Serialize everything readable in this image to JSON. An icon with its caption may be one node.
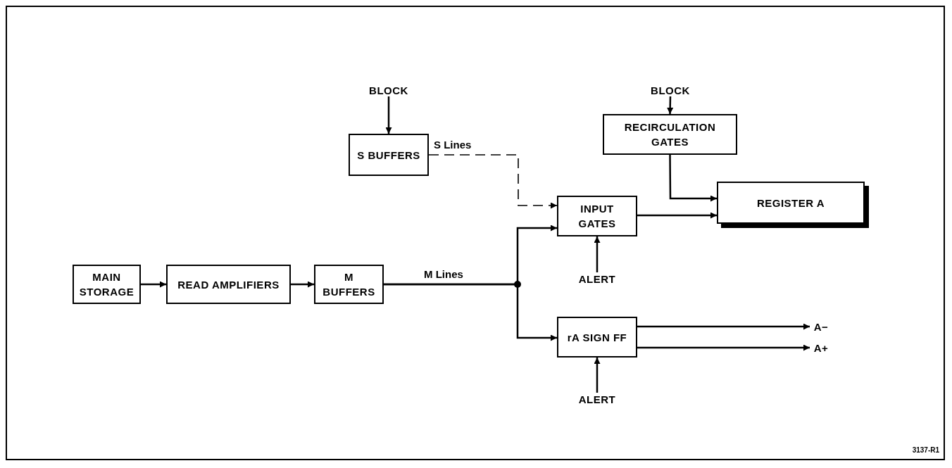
{
  "diagram": {
    "nodes": [
      {
        "text": [
          "MAIN STORAGE"
        ]
      },
      {
        "text": [
          "READ AMPLIFIERS"
        ]
      },
      {
        "text": [
          "M BUFFERS"
        ]
      },
      {
        "text": [
          "S BUFFERS"
        ]
      },
      {
        "text": [
          "RECIRCULATION GATES"
        ]
      },
      {
        "text": [
          "REGISTER A"
        ]
      },
      {
        "text": [
          "INPUT GATES"
        ]
      },
      {
        "text": [
          "rA SIGN FF"
        ]
      },
      {
        "text": [
          "BLOCK"
        ]
      },
      {
        "text": [
          "BLOCK"
        ]
      },
      {
        "text": [
          "ALERT"
        ]
      },
      {
        "text": [
          "ALERT"
        ]
      },
      {
        "text": [
          "A−"
        ]
      },
      {
        "text": [
          "A+"
        ]
      }
    ],
    "edges": [
      {
        "from": 0,
        "to": 1,
        "arrow": "to"
      },
      {
        "from": 1,
        "to": 2,
        "arrow": "to"
      },
      {
        "from": 2,
        "to": 6,
        "arrow": "to",
        "label": "M Lines"
      },
      {
        "from": 2,
        "to": 7,
        "arrow": "to"
      },
      {
        "from": 8,
        "to": 3,
        "arrow": "to"
      },
      {
        "from": 3,
        "to": 6,
        "arrow": "to",
        "style": "dashed",
        "label": "S Lines"
      },
      {
        "from": 9,
        "to": 4,
        "arrow": "to"
      },
      {
        "from": 4,
        "to": 5,
        "arrow": "to"
      },
      {
        "from": 6,
        "to": 5,
        "arrow": "to"
      },
      {
        "from": 10,
        "to": 6,
        "arrow": "to"
      },
      {
        "from": 11,
        "to": 7,
        "arrow": "to"
      },
      {
        "from": 7,
        "to": 12,
        "arrow": "to"
      },
      {
        "from": 7,
        "to": 13,
        "arrow": "to"
      }
    ],
    "labels": [
      "3137-R1"
    ]
  }
}
